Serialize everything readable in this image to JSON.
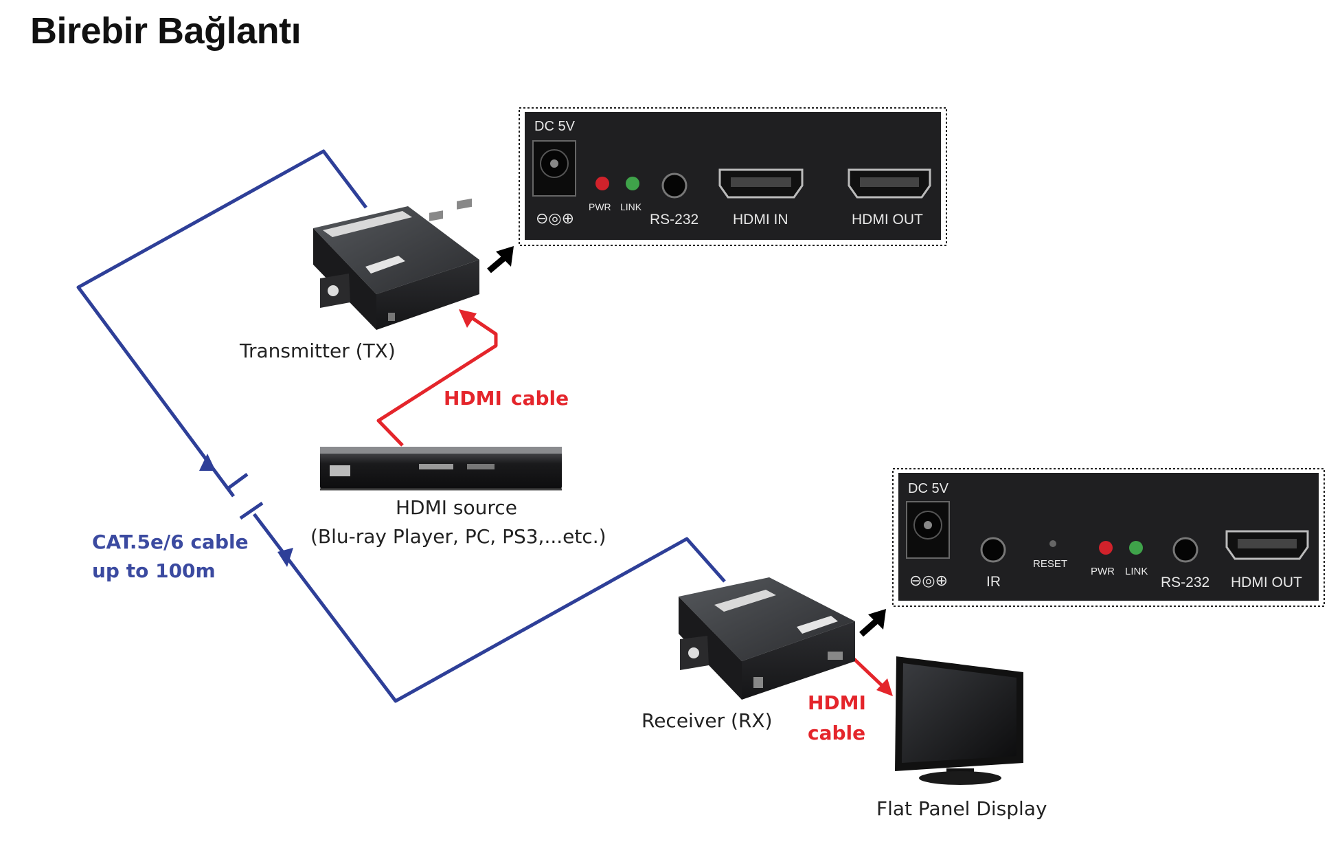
{
  "title": "Birebir Bağlantı",
  "labels": {
    "transmitter": "Transmitter (TX)",
    "receiver": "Receiver (RX)",
    "source_line1": "HDMI source",
    "source_line2": "(Blu-ray Player, PC, PS3,...etc.)",
    "display": "Flat Panel Display",
    "hdmi_cable_tx_a": "HDMI",
    "hdmi_cable_tx_b": "cable",
    "hdmi_cable_rx_a": "HDMI",
    "hdmi_cable_rx_b": "cable",
    "cat_line1": "CAT.5e/6 cable",
    "cat_line2": "up to 100m"
  },
  "tx_panel": {
    "dc": "DC 5V",
    "pwr": "PWR",
    "link": "LINK",
    "rs232": "RS-232",
    "hdmi_in": "HDMI IN",
    "hdmi_out": "HDMI OUT"
  },
  "rx_panel": {
    "dc": "DC 5V",
    "ir": "IR",
    "reset": "RESET",
    "pwr": "PWR",
    "link": "LINK",
    "rs232": "RS-232",
    "hdmi_out": "HDMI OUT"
  },
  "colors": {
    "cat_cable": "#2e3f98",
    "hdmi_cable": "#e4252b",
    "cat_label": "#3b4aa0",
    "panel_bg": "#1f1f21",
    "led_red": "#d1222b",
    "led_green": "#3fa34a"
  }
}
